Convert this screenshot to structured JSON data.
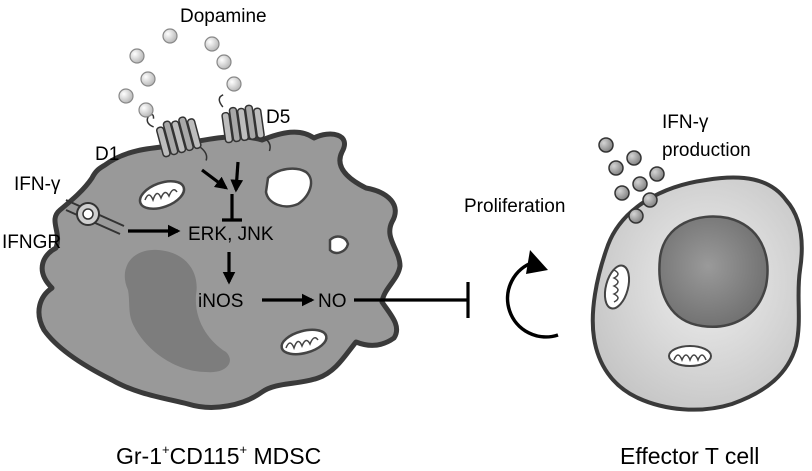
{
  "labels": {
    "dopamine": "Dopamine",
    "d1": "D1",
    "d5": "D5",
    "ifn_gamma": "IFN-γ",
    "ifngr": "IFNGR",
    "erk_jnk": "ERK, JNK",
    "inos": "iNOS",
    "no": "NO",
    "proliferation": "Proliferation",
    "ifn_gamma_production_line1": "IFN-γ",
    "ifn_gamma_production_line2": "production"
  },
  "captions": {
    "mdsc": {
      "prefix": "Gr-1",
      "sup1": "+",
      "middle": "CD115",
      "sup2": "+",
      "suffix": " MDSC"
    },
    "tcell": "Effector T cell"
  },
  "colors": {
    "mdsc_body": "#999999",
    "mdsc_nucleus": "#7d7d7d",
    "tcell_body": "#d8d8d8",
    "tcell_nucleus": "#8a8a8a",
    "outline": "#3a3a3a",
    "dopamine_dot": "#c8c8c8",
    "ifn_dot": "#a0a0a0"
  }
}
